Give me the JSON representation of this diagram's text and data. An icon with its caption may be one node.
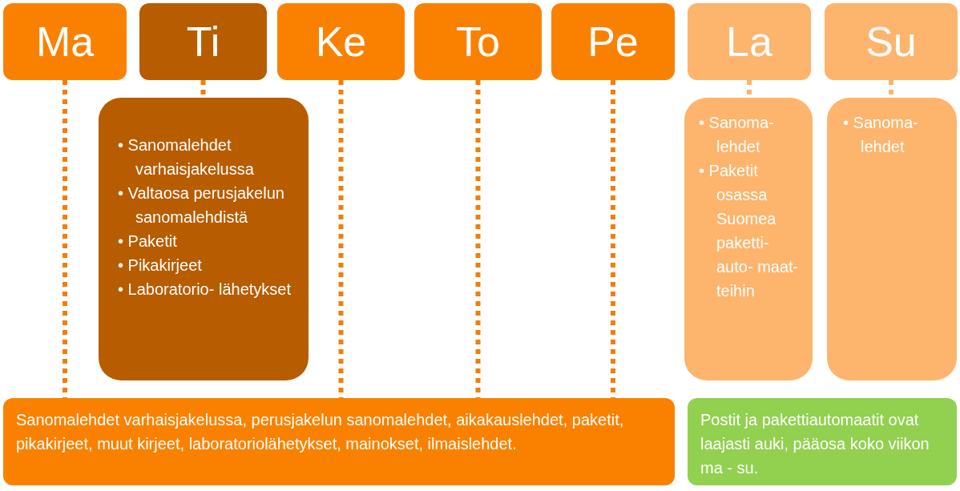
{
  "diagram": {
    "nodes": [
      {
        "text": [
          "Ma"
        ]
      },
      {
        "text": [
          "Ti"
        ]
      },
      {
        "text": [
          "Ke"
        ]
      },
      {
        "text": [
          "To"
        ]
      },
      {
        "text": [
          "Pe"
        ]
      },
      {
        "text": [
          "La"
        ]
      },
      {
        "text": [
          "Su"
        ]
      },
      {
        "text": [
          "• Sanomalehdet varhaisjakelussa",
          "• Valtaosa perusjakelun sanomalehdistä",
          "• Paketit",
          "• Pikakirjeet",
          "• Laboratorio- lähetykset"
        ]
      },
      {
        "text": [
          "• Sanoma- lehdet",
          "• Paketit osassa Suomea paketti- auto- maat- teihin"
        ]
      },
      {
        "text": [
          "• Sanoma- lehdet"
        ]
      },
      {
        "text": [
          "Sanomalehdet varhaisjakelussa, perusjakelun sanomalehdet, aikakauslehdet, paketit, pikakirjeet, muut kirjeet, laboratoriolähetykset, mainokset, ilmaislehdet."
        ]
      },
      {
        "text": [
          "Postit ja pakettiautomaatit ovat laajasti auki, pääosa koko viikon ma - su."
        ]
      }
    ],
    "edges": [
      {
        "from": 0,
        "to": 10,
        "arrow": "none",
        "style": "dashed"
      },
      {
        "from": 1,
        "to": 7,
        "arrow": "none",
        "style": "dashed"
      },
      {
        "from": 2,
        "to": 10,
        "arrow": "none",
        "style": "dashed"
      },
      {
        "from": 3,
        "to": 10,
        "arrow": "none",
        "style": "dashed"
      },
      {
        "from": 4,
        "to": 10,
        "arrow": "none",
        "style": "dashed"
      },
      {
        "from": 5,
        "to": 8,
        "arrow": "none",
        "style": "dashed",
        "color": "#fbb46e"
      },
      {
        "from": 6,
        "to": 9,
        "arrow": "none",
        "style": "dashed",
        "color": "#fbb46e"
      }
    ]
  }
}
